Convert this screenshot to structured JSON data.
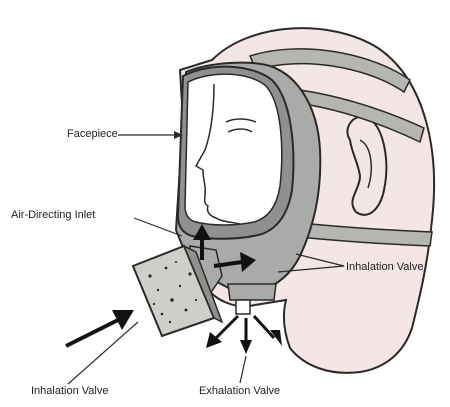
{
  "labels": {
    "facepiece": "Facepiece",
    "air_directing_inlet": "Air-Directing Inlet",
    "inhalation_valve_right": "Inhalation Valve",
    "inhalation_valve_bottom": "Inhalation Valve",
    "exhalation_valve": "Exhalation Valve"
  },
  "colors": {
    "skin": "#f5e6e6",
    "mask_gray": "#a8aba7",
    "strap_gray": "#b4b6b2",
    "outline": "#2a2a2a",
    "lens": "#ffffff",
    "cartridge": "#cfcfca"
  }
}
